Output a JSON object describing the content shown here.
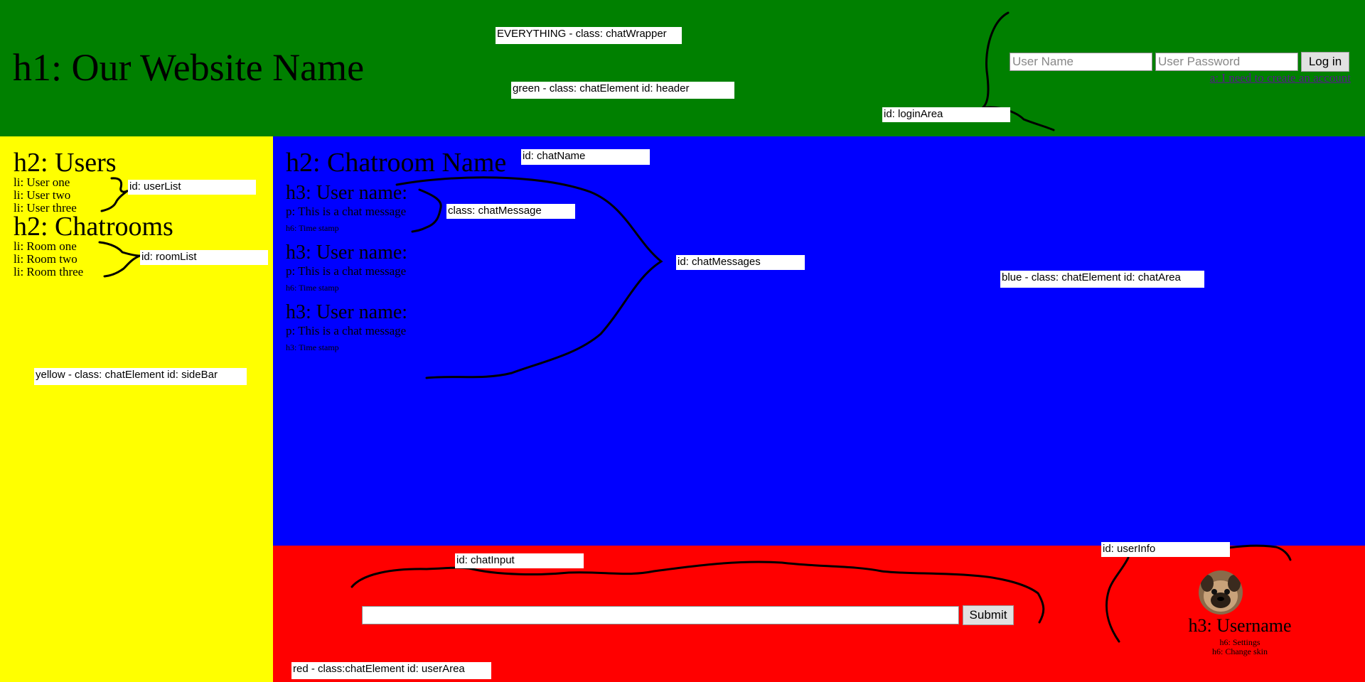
{
  "colors": {
    "header": "#008000",
    "sidebar": "#ffff00",
    "chat_area": "#0000ff",
    "user_area": "#ff0000",
    "label_bg": "#ffffff",
    "link": "#551a8b"
  },
  "header": {
    "title": "h1: Our Website Name",
    "login": {
      "username_placeholder": "User Name",
      "password_placeholder": "User Password",
      "login_button": "Log in",
      "create_account_link": "a: I need to create an account"
    }
  },
  "sidebar": {
    "users_heading": "h2: Users",
    "users": [
      "li: User one",
      "li: User two",
      "li: User three"
    ],
    "rooms_heading": "h2: Chatrooms",
    "rooms": [
      "li: Room one",
      "li: Room two",
      "li: Room three"
    ]
  },
  "chat": {
    "room_name": "h2: Chatroom Name",
    "messages": [
      {
        "user": "h3: User name:",
        "text": "p: This is a chat message",
        "time": "h6: Time stamp"
      },
      {
        "user": "h3: User name:",
        "text": "p: This is a chat message",
        "time": "h6: Time stamp"
      },
      {
        "user": "h3: User name:",
        "text": "p: This is a chat message",
        "time": "h3: Time stamp"
      }
    ]
  },
  "user_area": {
    "message_value": "",
    "submit_button": "Submit",
    "avatar_icon": "pug-avatar-icon",
    "username": "h3: Username",
    "settings": "h6: Settings",
    "change_skin": "h6: Change skin"
  },
  "annotations": {
    "wrapper": "EVERYTHING - class: chatWrapper",
    "header": "green - class: chatElement id: header",
    "login_area": "id: loginArea",
    "user_list": "id: userList",
    "room_list": "id: roomList",
    "sidebar": "yellow - class: chatElement id: sideBar",
    "chat_name": "id: chatName",
    "chat_message": "class: chatMessage",
    "chat_messages": "id: chatMessages",
    "chat_area": "blue - class: chatElement id: chatArea",
    "chat_input": "id: chatInput",
    "user_info": "id: userInfo",
    "user_area": "red - class:chatElement id: userArea"
  }
}
